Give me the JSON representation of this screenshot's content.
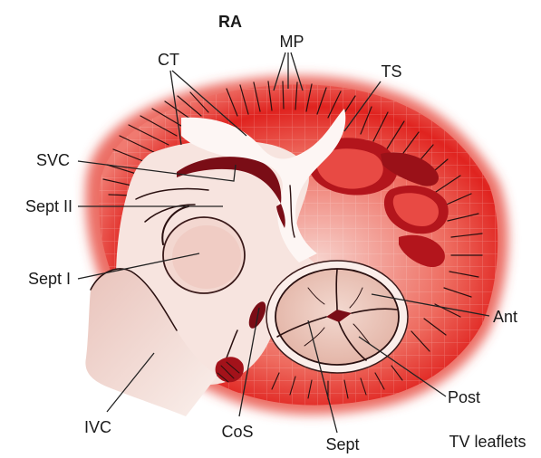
{
  "figure": {
    "title": "RA",
    "labels": {
      "mp": "MP",
      "ct": "CT",
      "ts": "TS",
      "svc": "SVC",
      "sept_ii": "Sept II",
      "sept_i": "Sept I",
      "ant": "Ant",
      "post": "Post",
      "ivc": "IVC",
      "cos": "CoS",
      "sept": "Sept",
      "tv_leaflets": "TV leaflets"
    },
    "colors": {
      "muscle_red": "#e0231f",
      "deep_red": "#a3121a",
      "dark_red": "#6e0b12",
      "pale_pink": "#f6dcd6",
      "wall_white": "#fbf1ee",
      "valve_pink": "#efcdc2"
    }
  }
}
